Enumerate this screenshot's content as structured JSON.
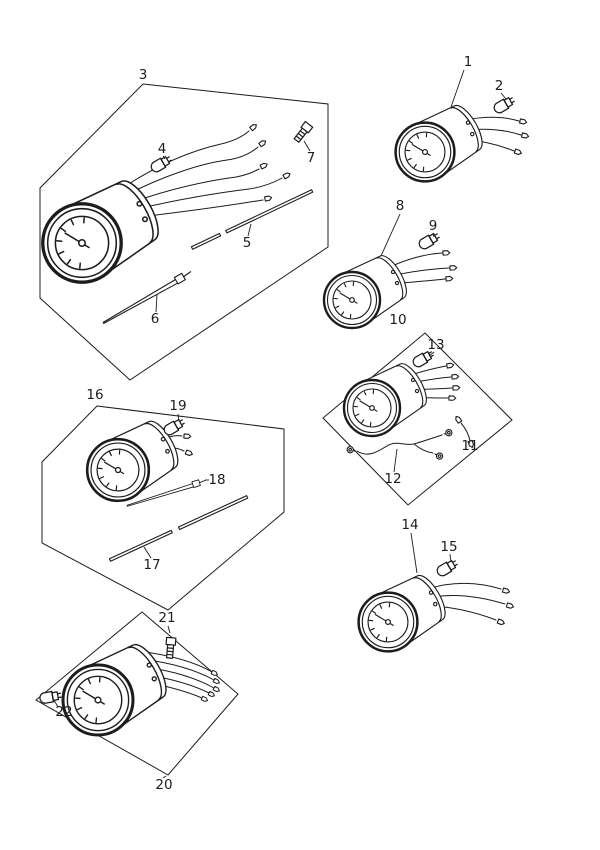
{
  "diagram": {
    "colors": {
      "background": "#ffffff",
      "line": "#1c1c1c"
    },
    "callouts": [
      "1",
      "2",
      "3",
      "4",
      "5",
      "6",
      "7",
      "8",
      "9",
      "10",
      "11",
      "12",
      "13",
      "14",
      "15",
      "16",
      "17",
      "18",
      "19",
      "20",
      "21",
      "22"
    ]
  }
}
